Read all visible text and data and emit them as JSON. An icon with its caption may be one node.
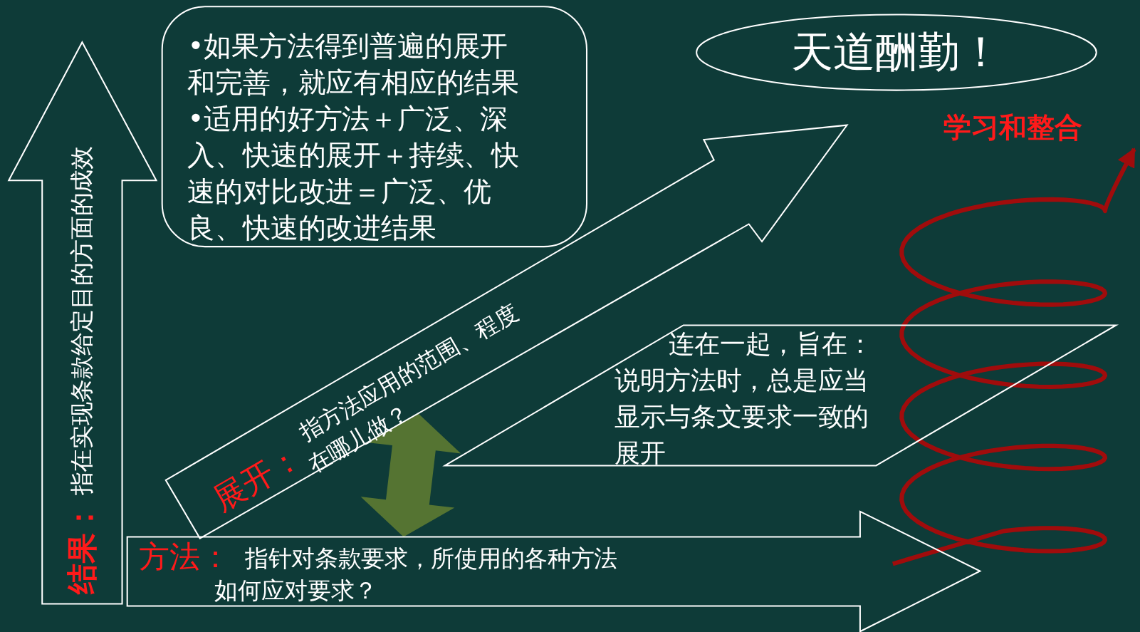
{
  "diagram": {
    "nodes": [
      {
        "text": [
          "结果：",
          "指在实现条款给定目的方面的成效"
        ]
      },
      {
        "text": [
          "•如果方法得到普遍的展开和完善，就应有相应的结果",
          "•适用的好方法＋广泛、深入、快速的展开＋持续、快速的对比改进＝广泛、优良、快速的改进结果"
        ]
      },
      {
        "text": [
          "天道酬勤！"
        ]
      },
      {
        "text": [
          "展开：",
          "指方法应用的范围、程度在哪儿做？"
        ]
      },
      {
        "text": [
          "连在一起，旨在：说明方法时，总是应当显示与条文要求一致的展开"
        ]
      },
      {
        "text": [
          "方法：",
          "指针对条款要求，所使用的各种方法如何应对要求？"
        ]
      }
    ],
    "edges": [
      {
        "from": 5,
        "to": 3,
        "arrow": "both",
        "style": "thick",
        "color": "#557432"
      }
    ],
    "labels": [
      "学习和整合"
    ]
  }
}
